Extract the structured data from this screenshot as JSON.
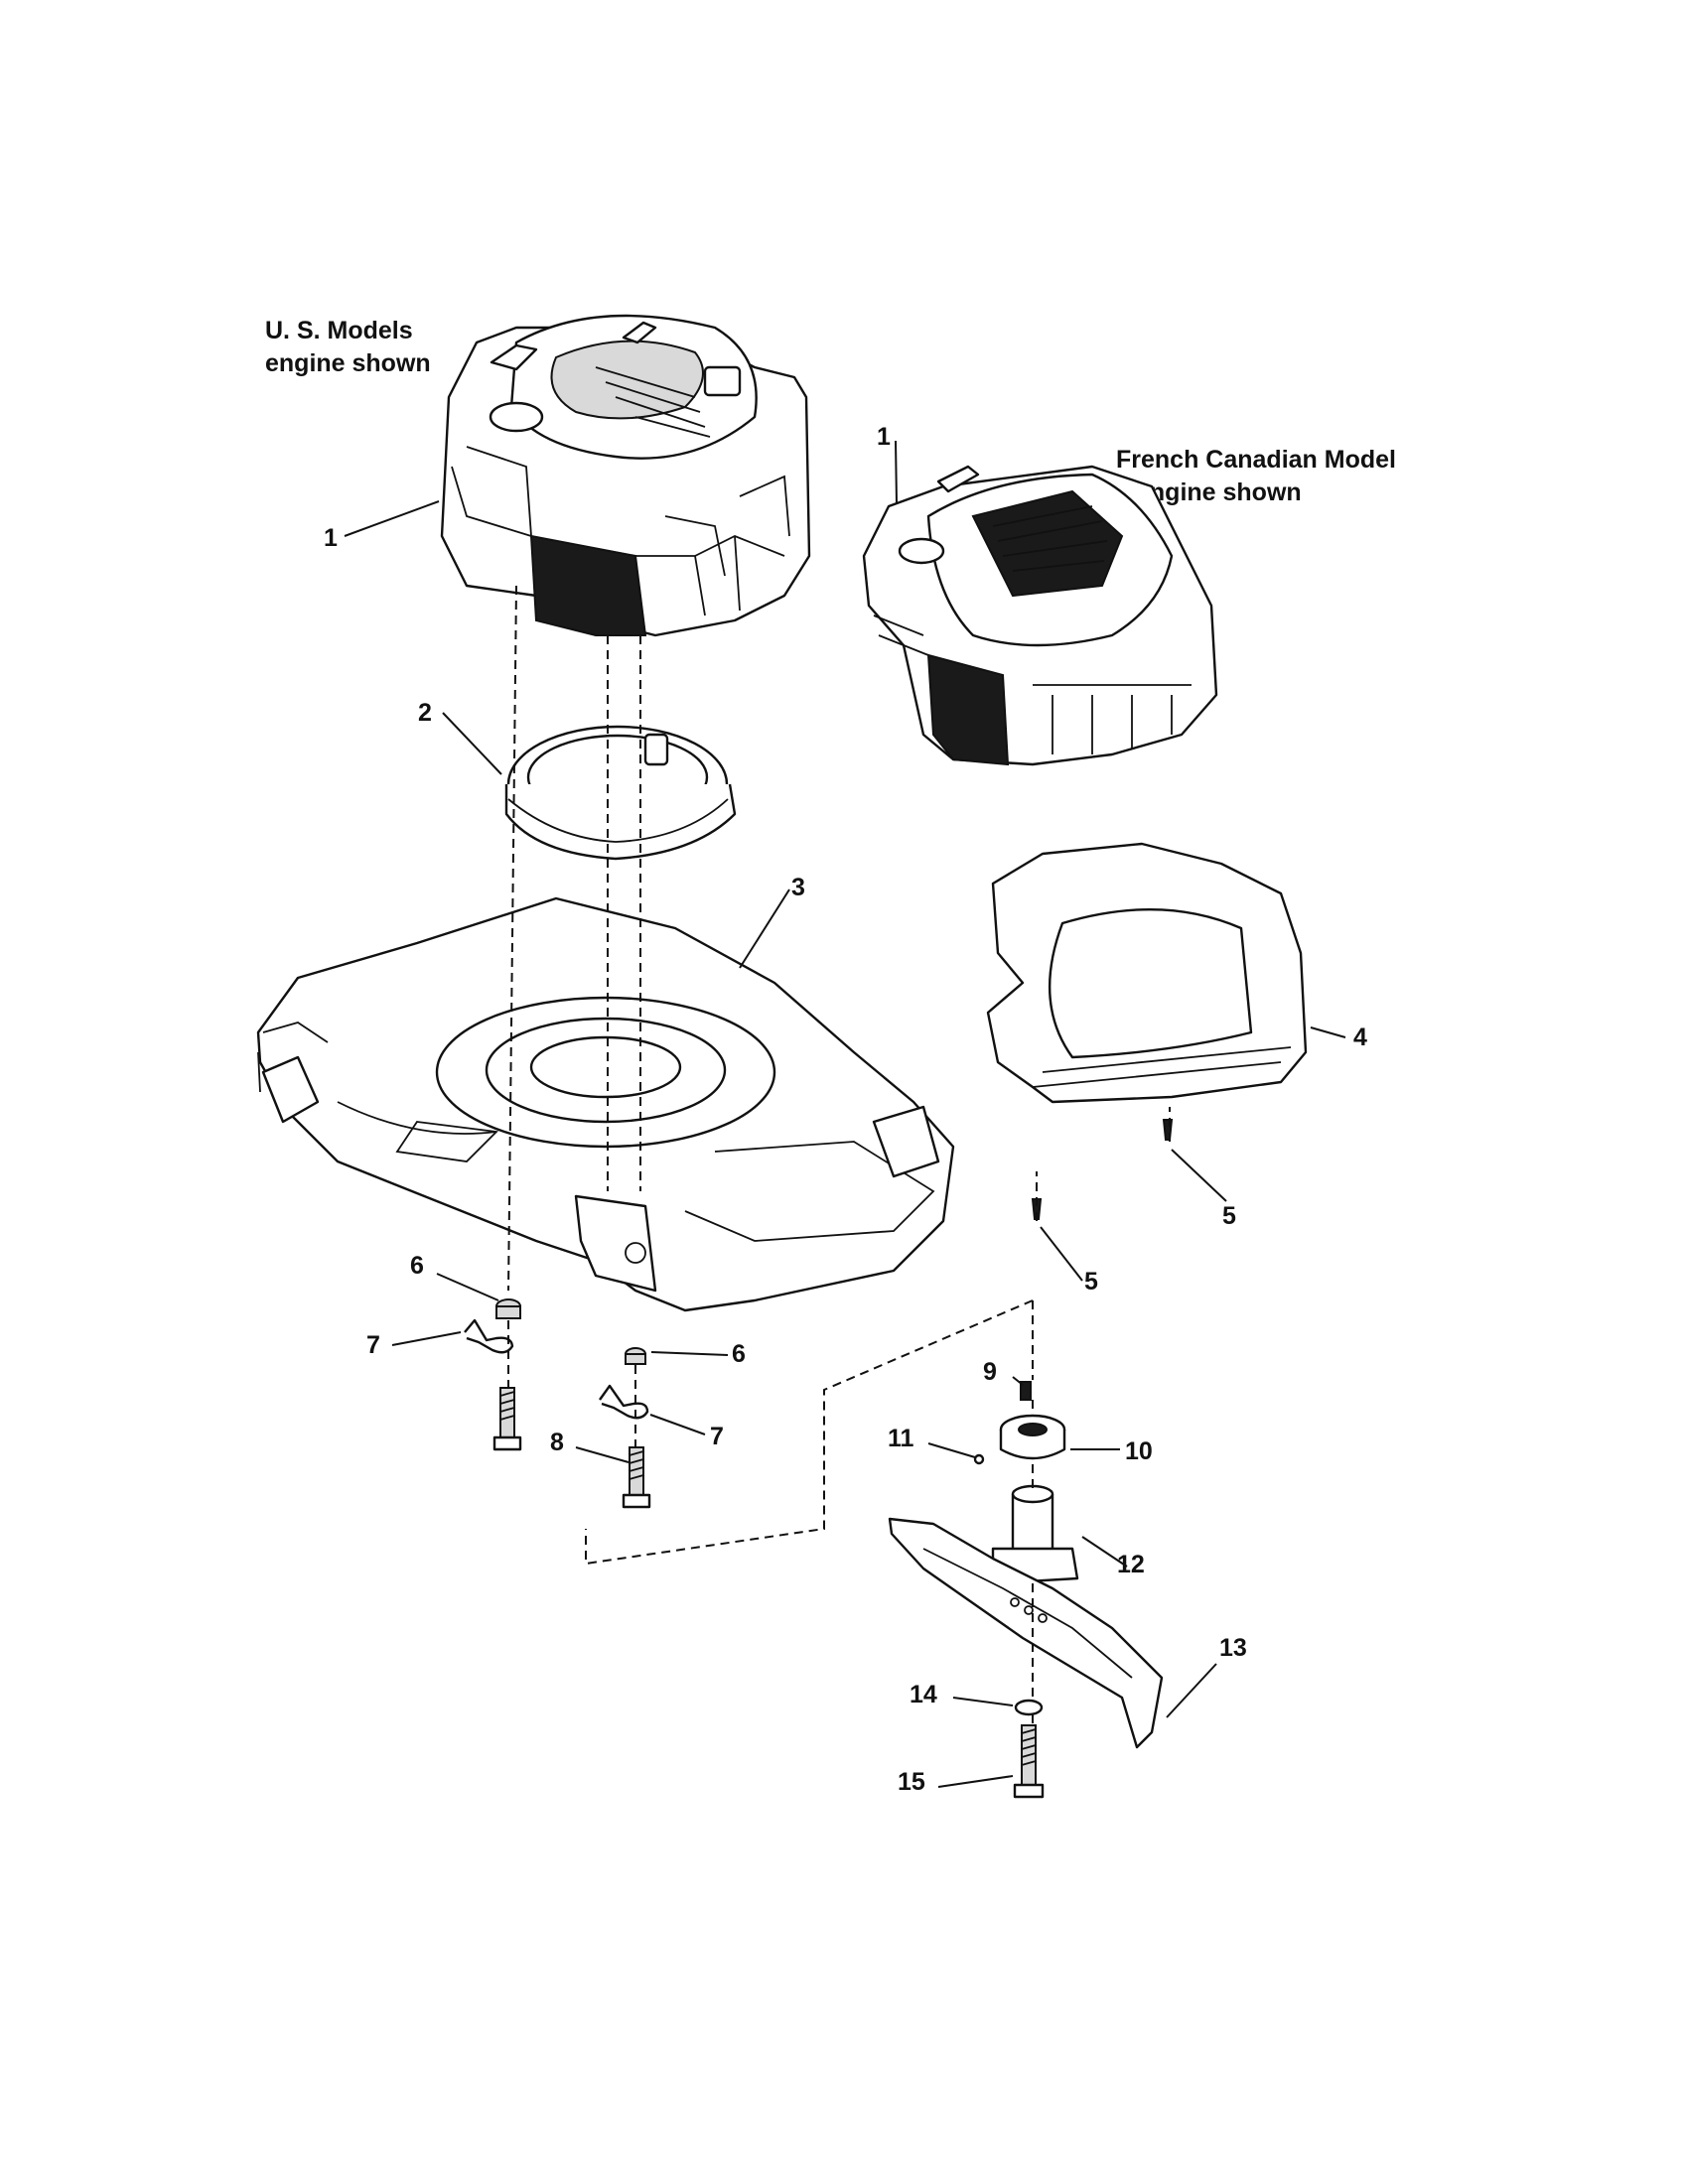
{
  "captions": {
    "us_models": [
      "U. S. Models",
      "engine shown"
    ],
    "french_canadian": [
      "French Canadian Model",
      "engine shown"
    ]
  },
  "callouts": {
    "c1a": "1",
    "c1b": "1",
    "c2": "2",
    "c3": "3",
    "c4": "4",
    "c5a": "5",
    "c5b": "5",
    "c6a": "6",
    "c6b": "6",
    "c7a": "7",
    "c7b": "7",
    "c8": "8",
    "c9": "9",
    "c10": "10",
    "c11": "11",
    "c12": "12",
    "c13": "13",
    "c14": "14",
    "c15": "15"
  }
}
